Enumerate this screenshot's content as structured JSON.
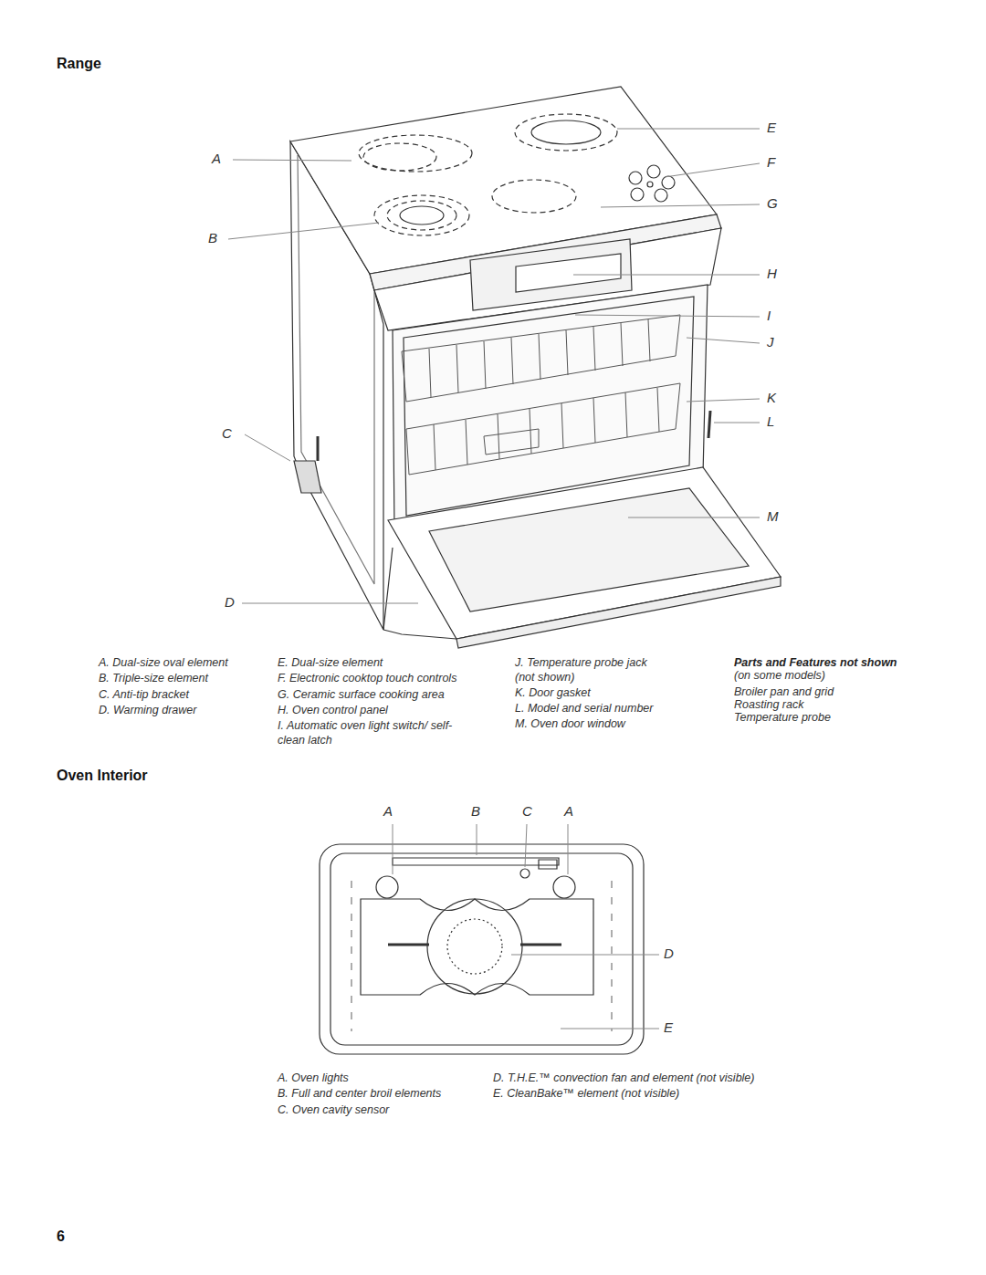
{
  "diagram": {
    "title": "Range",
    "labels": [
      "A",
      "B",
      "C",
      "D",
      "E",
      "F",
      "G",
      "H",
      "I",
      "J",
      "K",
      "L",
      "M",
      "A. Dual-size oval element",
      "B. Triple-size element",
      "C. Anti-tip bracket",
      "D. Warming drawer",
      "E. Dual-size element",
      "F. Electronic cooktop touch controls",
      "G. Ceramic surface cooking area",
      "H. Oven control panel",
      "I. Automatic oven light switch/ self-clean latch",
      "J. Temperature probe jack (not shown)",
      "K. Door gasket",
      "L. Model and serial number",
      "M. Oven door window",
      "Parts and Features not shown",
      "(on some models)",
      "Broiler pan and grid",
      "Roasting rack",
      "Temperature probe",
      "Oven Interior",
      "A",
      "B",
      "C",
      "A",
      "D",
      "E",
      "A. Oven lights",
      "B. Full and center broil elements",
      "C. Oven cavity sensor",
      "D. T.H.E.™ convection fan and element (not visible)",
      "E. CleanBake™ element (not visible)",
      "6"
    ]
  }
}
